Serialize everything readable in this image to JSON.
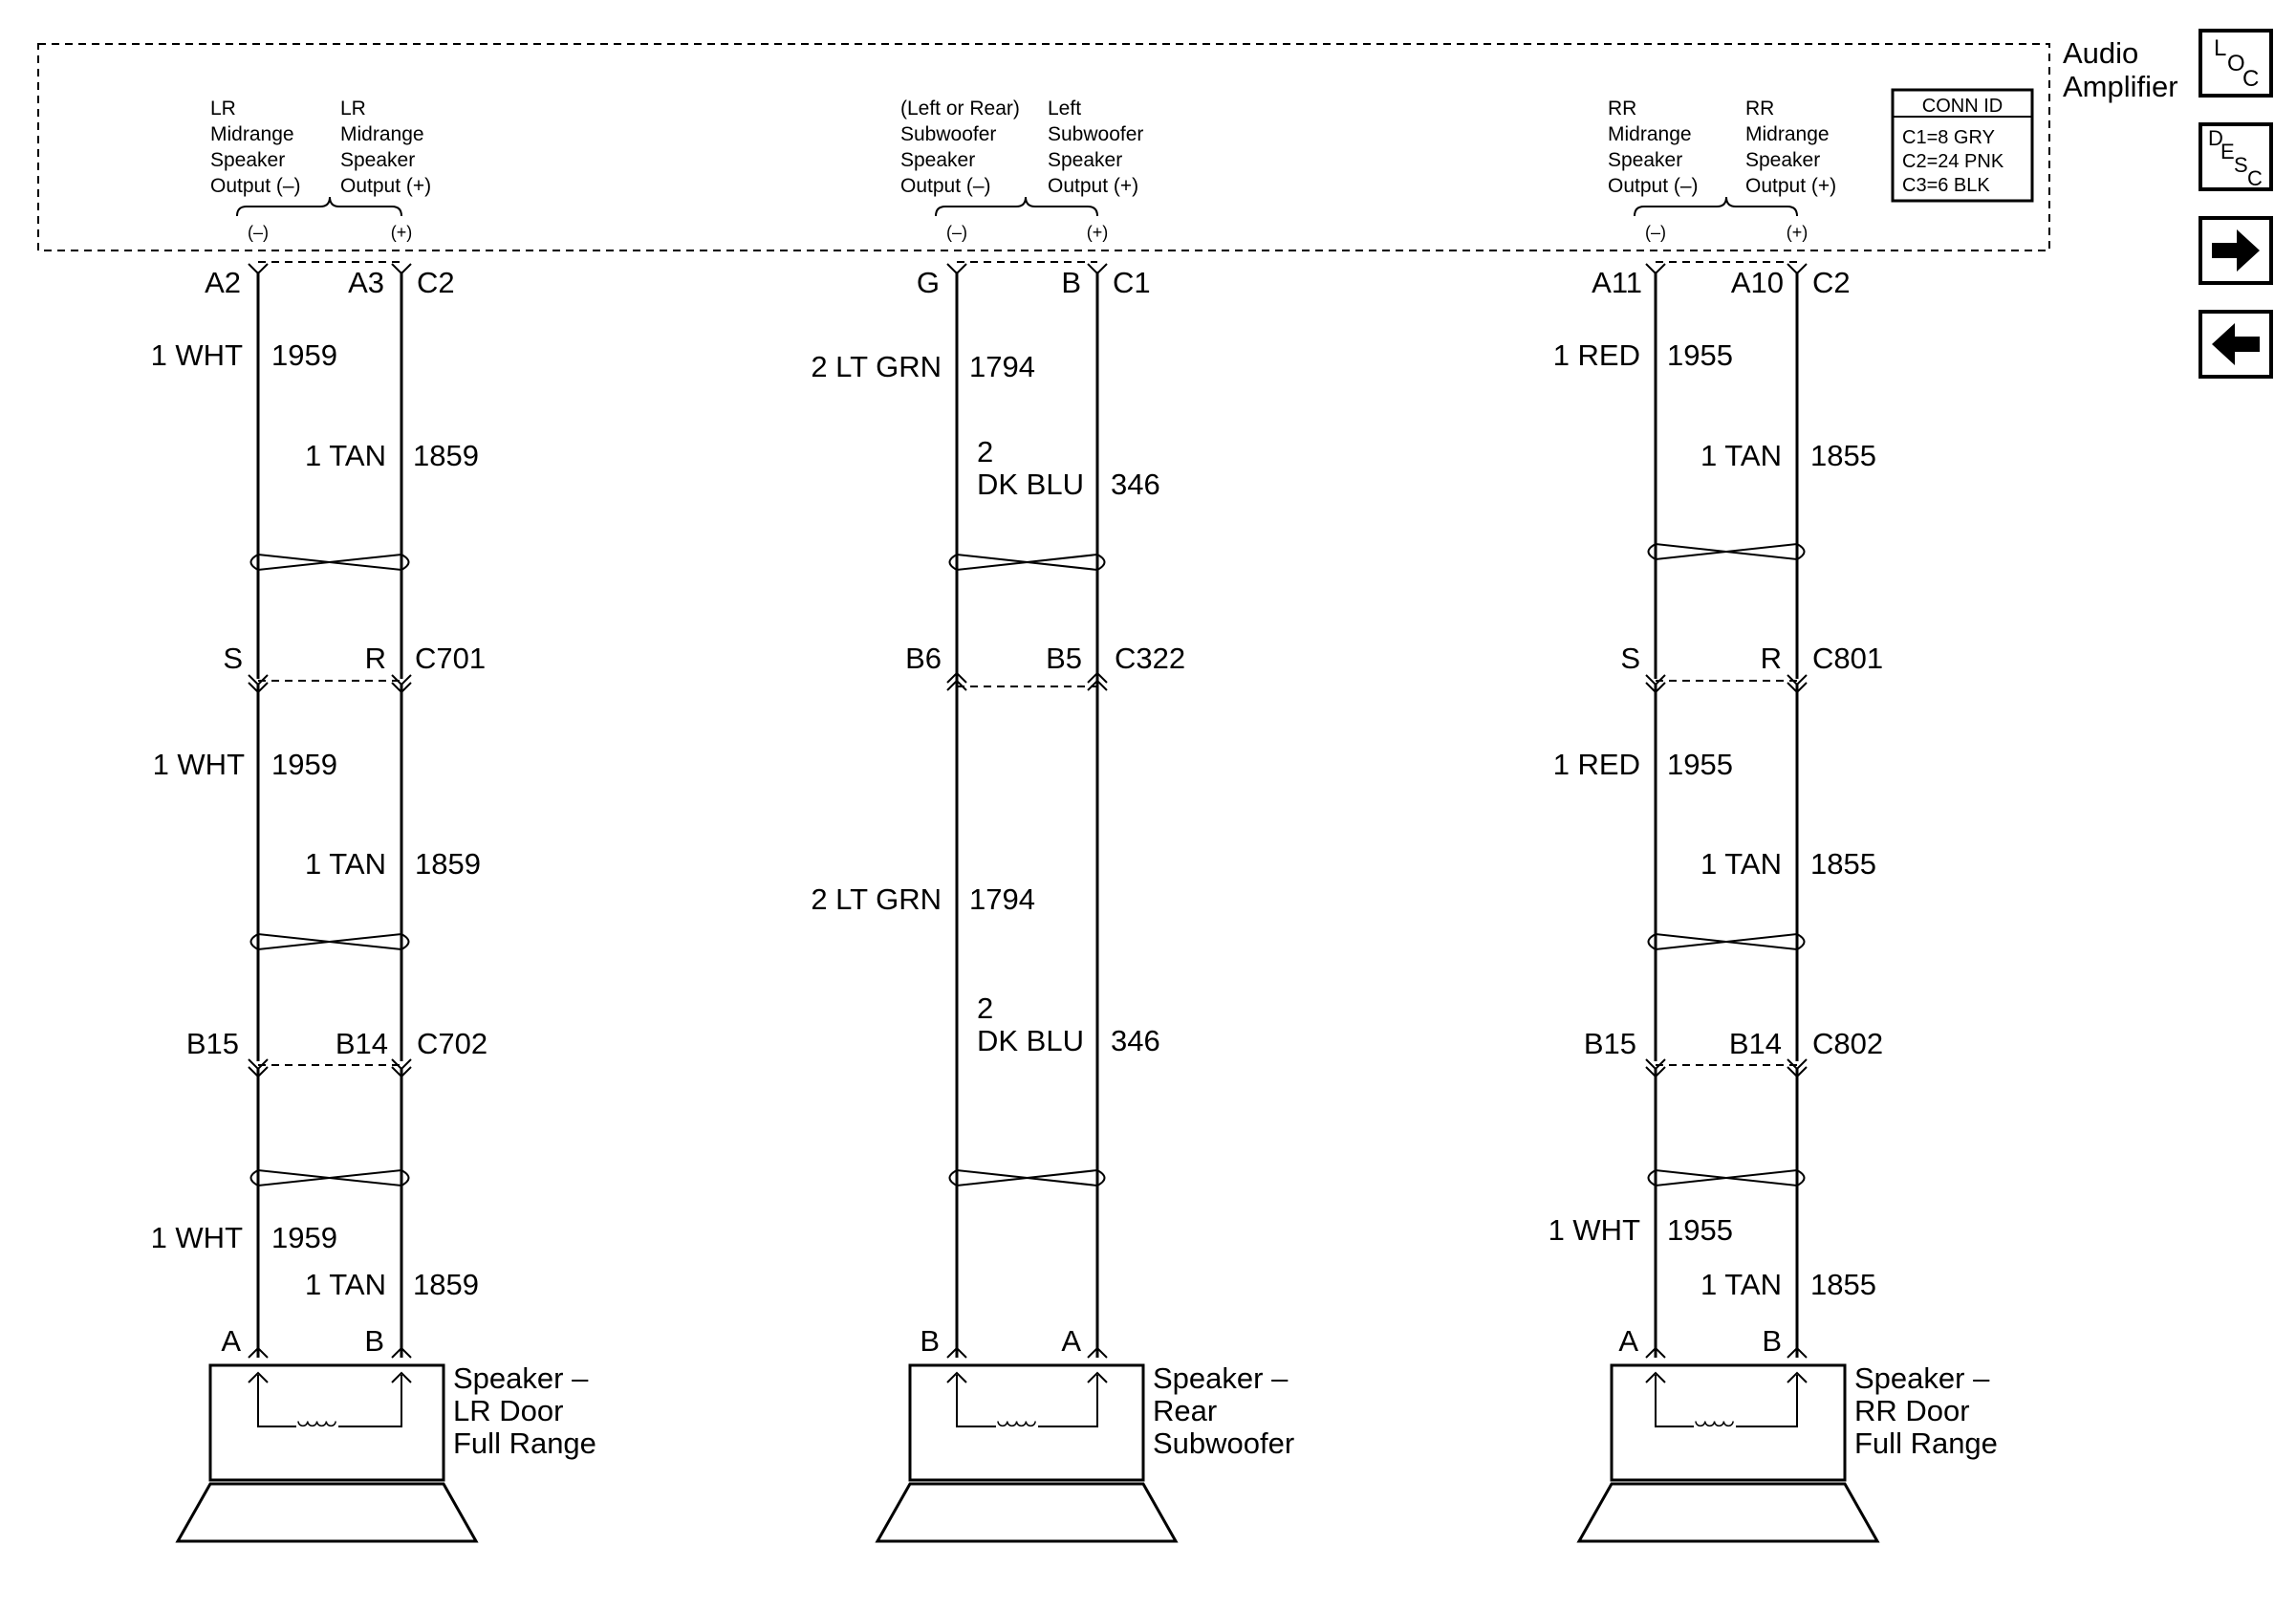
{
  "amplifier": {
    "title_line1": "Audio",
    "title_line2": "Amplifier",
    "conn_id": {
      "header": "CONN ID",
      "rows": [
        "C1=8 GRY",
        "C2=24 PNK",
        "C3=6 BLK"
      ]
    },
    "outputs": [
      {
        "lines": [
          "LR",
          "Midrange",
          "Speaker",
          "Output (–)"
        ]
      },
      {
        "lines": [
          "LR",
          "Midrange",
          "Speaker",
          "Output (+)"
        ]
      },
      {
        "lines": [
          "(Left or Rear)",
          "Subwoofer",
          "Speaker",
          "Output (–)"
        ]
      },
      {
        "lines": [
          "Left",
          "Subwoofer",
          "Speaker",
          "Output (+)"
        ]
      },
      {
        "lines": [
          "RR",
          "Midrange",
          "Speaker",
          "Output (–)"
        ]
      },
      {
        "lines": [
          "RR",
          "Midrange",
          "Speaker",
          "Output (+)"
        ]
      }
    ],
    "polarity": {
      "neg": "(–)",
      "pos": "(+)"
    }
  },
  "nav_buttons": [
    {
      "name": "loc-button",
      "glyph": [
        "L",
        "O",
        "C"
      ]
    },
    {
      "name": "desc-button",
      "glyph": [
        "D",
        "E",
        "S",
        "C"
      ]
    },
    {
      "name": "next-button",
      "glyph": "next-arrow-icon"
    },
    {
      "name": "prev-button",
      "glyph": "prev-arrow-icon"
    }
  ],
  "circuits": [
    {
      "id": "lr",
      "amp_pins": {
        "neg": "A2",
        "pos": "A3",
        "conn": "C2"
      },
      "segment1": {
        "neg_size_color": "1 WHT",
        "neg_circuit": "1959",
        "pos_size_color": "1 TAN",
        "pos_circuit": "1859"
      },
      "connector1": {
        "neg": "S",
        "pos": "R",
        "name": "C701"
      },
      "segment2": {
        "neg_size_color": "1 WHT",
        "neg_circuit": "1959",
        "pos_size_color": "1 TAN",
        "pos_circuit": "1859"
      },
      "connector2": {
        "neg": "B15",
        "pos": "B14",
        "name": "C702"
      },
      "segment3": {
        "neg_size_color": "1 WHT",
        "neg_circuit": "1959",
        "pos_size_color": "1 TAN",
        "pos_circuit": "1859"
      },
      "speaker_pins": {
        "left": "A",
        "right": "B"
      },
      "speaker_lines": [
        "Speaker –",
        "LR Door",
        "Full Range"
      ]
    },
    {
      "id": "sub",
      "amp_pins": {
        "neg": "G",
        "pos": "B",
        "conn": "C1"
      },
      "segment1": {
        "neg_size_color": "2 LT GRN",
        "neg_circuit": "1794",
        "pos_size": "2",
        "pos_color": "DK BLU",
        "pos_circuit": "346"
      },
      "connector1": {
        "neg": "B6",
        "pos": "B5",
        "name": "C322"
      },
      "segment2": {
        "neg_size_color": "2 LT GRN",
        "neg_circuit": "1794",
        "pos_size": "2",
        "pos_color": "DK BLU",
        "pos_circuit": "346"
      },
      "speaker_pins": {
        "left": "B",
        "right": "A"
      },
      "speaker_lines": [
        "Speaker –",
        "Rear",
        "Subwoofer"
      ]
    },
    {
      "id": "rr",
      "amp_pins": {
        "neg": "A11",
        "pos": "A10",
        "conn": "C2"
      },
      "segment1": {
        "neg_size_color": "1 RED",
        "neg_circuit": "1955",
        "pos_size_color": "1 TAN",
        "pos_circuit": "1855"
      },
      "connector1": {
        "neg": "S",
        "pos": "R",
        "name": "C801"
      },
      "segment2": {
        "neg_size_color": "1 RED",
        "neg_circuit": "1955",
        "pos_size_color": "1 TAN",
        "pos_circuit": "1855"
      },
      "connector2": {
        "neg": "B15",
        "pos": "B14",
        "name": "C802"
      },
      "segment3": {
        "neg_size_color": "1 WHT",
        "neg_circuit": "1955",
        "pos_size_color": "1 TAN",
        "pos_circuit": "1855"
      },
      "speaker_pins": {
        "left": "A",
        "right": "B"
      },
      "speaker_lines": [
        "Speaker –",
        "RR Door",
        "Full Range"
      ]
    }
  ]
}
